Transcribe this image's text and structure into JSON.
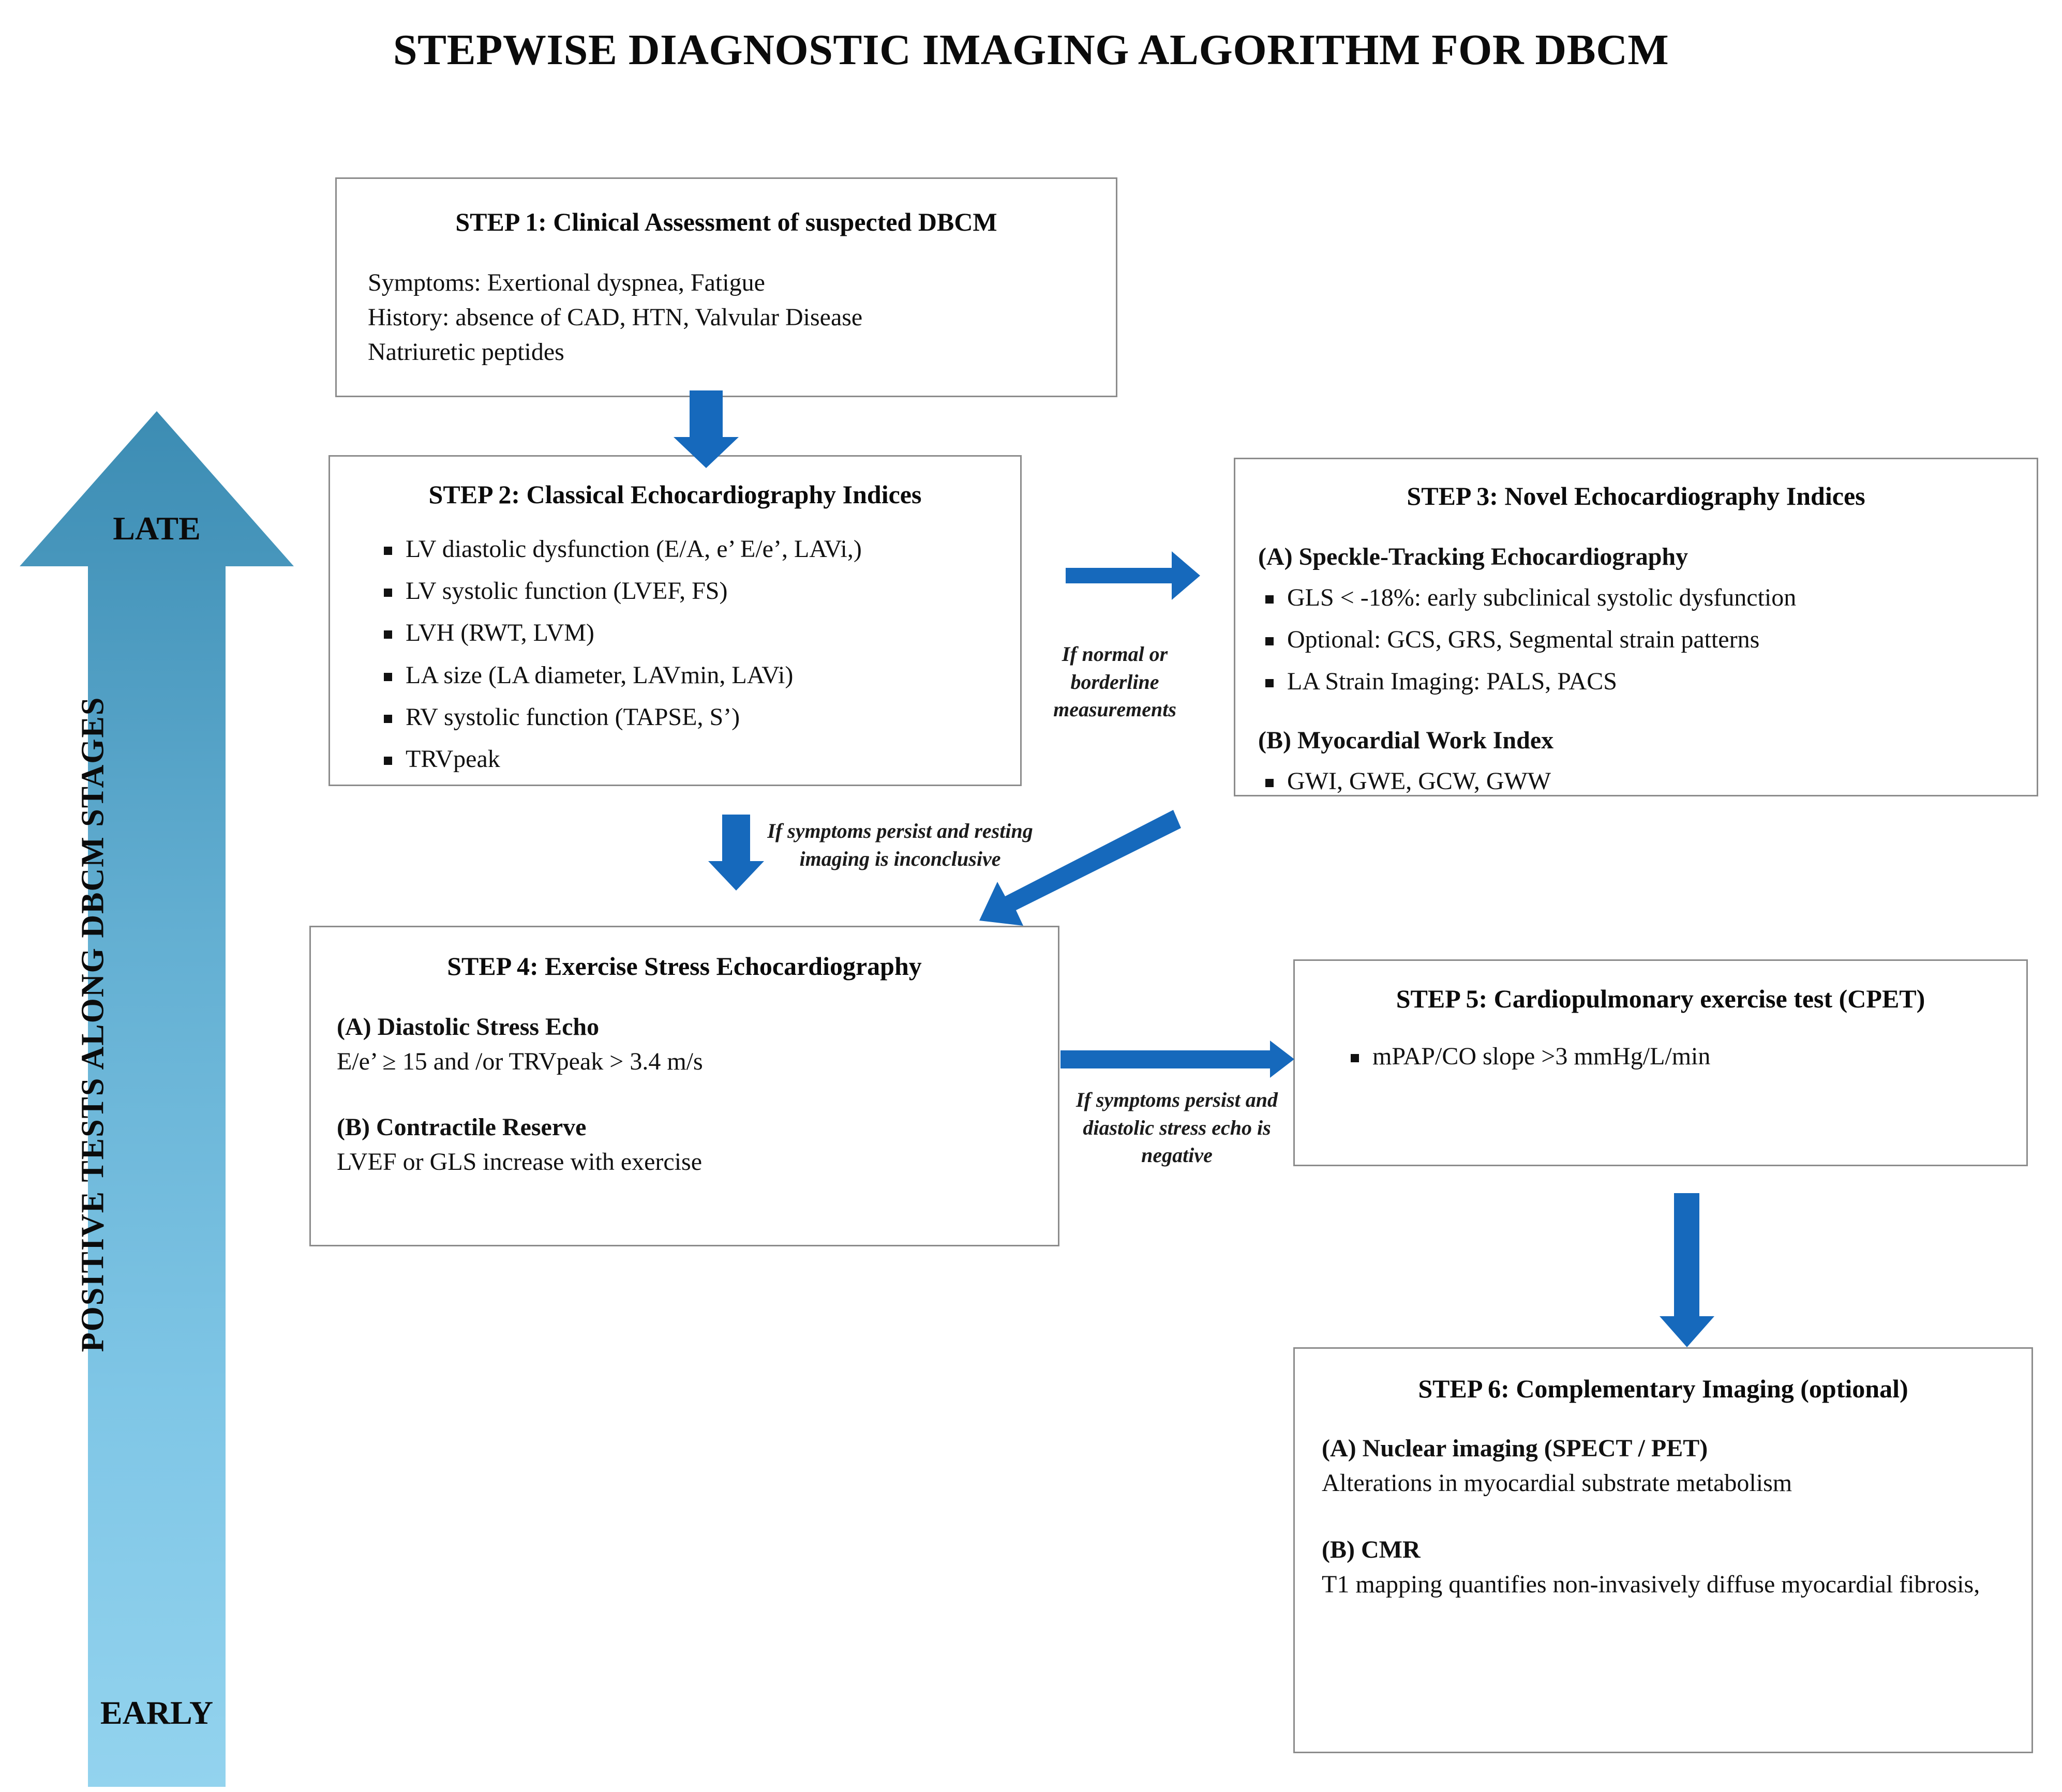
{
  "title": "STEPWISE DIAGNOSTIC IMAGING ALGORITHM FOR DBCM",
  "colors": {
    "arrow_blue": "#1669BC",
    "stage_arrow_top": "#3F8FB5",
    "stage_arrow_bottom": "#8FD0EC",
    "box_border": "#8C8C8C",
    "text": "#0B0B0B"
  },
  "stage_axis": {
    "top_label": "LATE",
    "bottom_label": "EARLY",
    "vertical_label": "POSITIVE TESTS ALONG DBCM STAGES"
  },
  "steps": {
    "step1": {
      "heading": "STEP 1: Clinical Assessment of suspected DBCM",
      "lines": [
        "Symptoms: Exertional dyspnea,  Fatigue",
        "History: absence of CAD, HTN, Valvular Disease",
        "Natriuretic peptides"
      ]
    },
    "step2": {
      "heading": "STEP 2: Classical Echocardiography Indices",
      "bullets": [
        "LV diastolic dysfunction (E/A, e’ E/e’, LAVi,)",
        "LV systolic function (LVEF, FS)",
        "LVH (RWT,  LVM)",
        "LA size (LA diameter, LAVmin, LAVi)",
        "RV systolic function (TAPSE, S’)",
        "TRVpeak"
      ]
    },
    "step3": {
      "heading": "STEP 3: Novel Echocardiography Indices",
      "section_a_title": "(A) Speckle-Tracking Echocardiography",
      "section_a_bullets": [
        "GLS < -18%: early subclinical systolic dysfunction",
        "Optional: GCS, GRS, Segmental strain patterns",
        "LA Strain Imaging: PALS, PACS"
      ],
      "section_b_title": "(B) Myocardial Work Index",
      "section_b_bullets": [
        "GWI, GWE, GCW, GWW"
      ]
    },
    "step4": {
      "heading": "STEP 4: Exercise Stress Echocardiography",
      "section_a_title": "(A) Diastolic Stress Echo",
      "section_a_text": "E/e’ ≥ 15 and /or TRVpeak > 3.4 m/s",
      "section_b_title": "(B) Contractile Reserve",
      "section_b_text": "LVEF or GLS increase  with exercise"
    },
    "step5": {
      "heading": "STEP 5: Cardiopulmonary exercise  test (CPET)",
      "bullets": [
        "mPAP/CO slope >3 mmHg/L/min"
      ]
    },
    "step6": {
      "heading": "STEP 6: Complementary  Imaging (optional)",
      "section_a_title": "(A) Nuclear imaging (SPECT / PET)",
      "section_a_text": "Alterations in myocardial  substrate metabolism",
      "section_b_title": "(B) CMR",
      "section_b_text": "T1 mapping  quantifies non-invasively  diffuse  myocardial fibrosis,"
    }
  },
  "connectors": {
    "step1_to_step2": "",
    "step2_to_step3": "If normal or borderline measurements",
    "step2_to_step4": "If symptoms persist and resting imaging is inconclusive",
    "step4_to_step5": "If symptoms persist and diastolic stress echo is negative",
    "step5_to_step6": ""
  }
}
